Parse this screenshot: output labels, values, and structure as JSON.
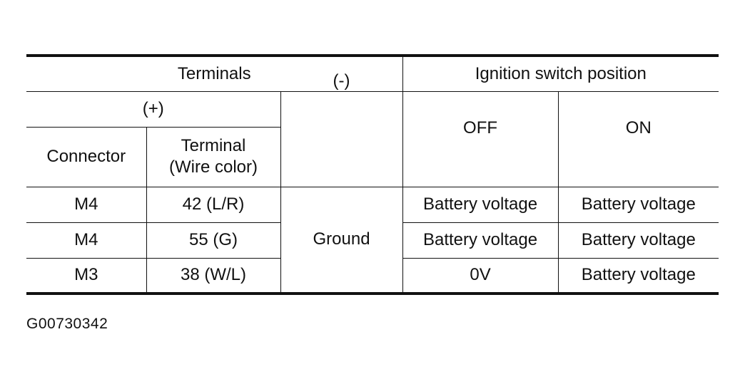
{
  "table": {
    "header": {
      "terminals": "Terminals",
      "ignition_switch_position": "Ignition switch position",
      "plus": "(+)",
      "minus": "(-)",
      "off": "OFF",
      "on": "ON",
      "connector": "Connector",
      "terminal_line1": "Terminal",
      "terminal_line2": "(Wire color)"
    },
    "ground_label": "Ground",
    "rows": [
      {
        "connector": "M4",
        "terminal": "42 (L/R)",
        "off": "Battery voltage",
        "on": "Battery voltage"
      },
      {
        "connector": "M4",
        "terminal": "55 (G)",
        "off": "Battery voltage",
        "on": "Battery voltage"
      },
      {
        "connector": "M3",
        "terminal": "38 (W/L)",
        "off": "0V",
        "on": "Battery voltage"
      }
    ]
  },
  "figure_id": "G00730342"
}
